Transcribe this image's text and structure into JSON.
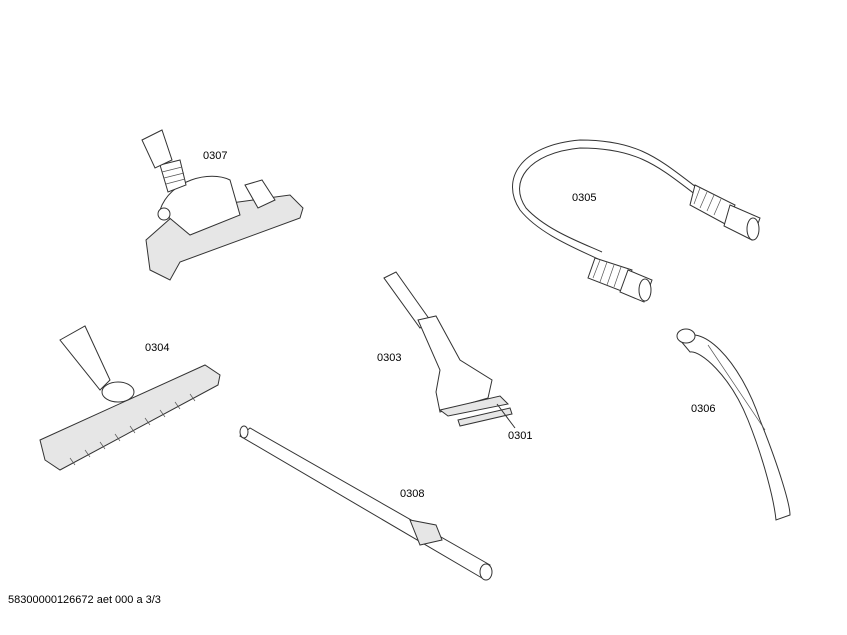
{
  "parts": [
    {
      "id": "floor-nozzle-adjustable",
      "label": "0307"
    },
    {
      "id": "hose",
      "label": "0305"
    },
    {
      "id": "floor-nozzle-wide",
      "label": "0304"
    },
    {
      "id": "crevice-tool",
      "label": "0303"
    },
    {
      "id": "crevice-pad",
      "label": "0301"
    },
    {
      "id": "handle-bend",
      "label": "0306"
    },
    {
      "id": "telescopic-tube",
      "label": "0308"
    }
  ],
  "footer": "58300000126672 aet 000 a 3/3"
}
